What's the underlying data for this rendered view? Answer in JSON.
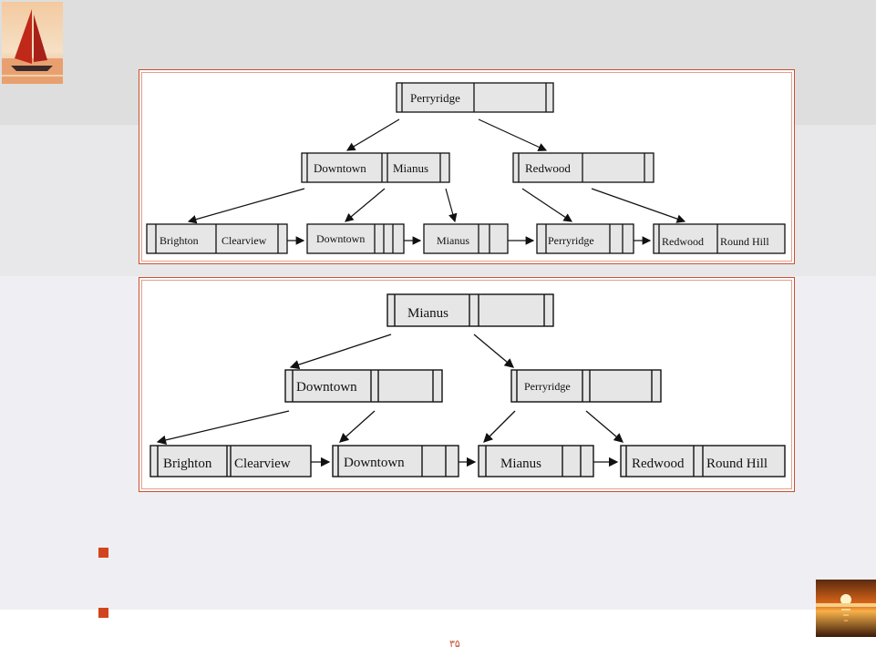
{
  "colors": {
    "accent": "#d2451c",
    "frame": "#c8502e",
    "node_fill": "#e6e6e6"
  },
  "icons": {
    "top_left": "sailboat-photo-icon",
    "bottom_right": "sunset-photo-icon"
  },
  "tree_before": {
    "root": [
      "Perryridge"
    ],
    "internal": [
      [
        "Downtown",
        "Mianus"
      ],
      [
        "Redwood"
      ]
    ],
    "leaves": [
      [
        "Brighton",
        "Clearview"
      ],
      [
        "Downtown"
      ],
      [
        "Mianus"
      ],
      [
        "Perryridge"
      ],
      [
        "Redwood",
        "Round Hill"
      ]
    ]
  },
  "tree_after": {
    "root": [
      "Mianus"
    ],
    "internal": [
      [
        "Downtown"
      ],
      [
        "Perryridge"
      ]
    ],
    "leaves": [
      [
        "Brighton",
        "Clearview"
      ],
      [
        "Downtown"
      ],
      [
        "Mianus"
      ],
      [
        "Redwood",
        "Round Hill"
      ]
    ]
  },
  "footer": {
    "page_number": "۳۵"
  }
}
